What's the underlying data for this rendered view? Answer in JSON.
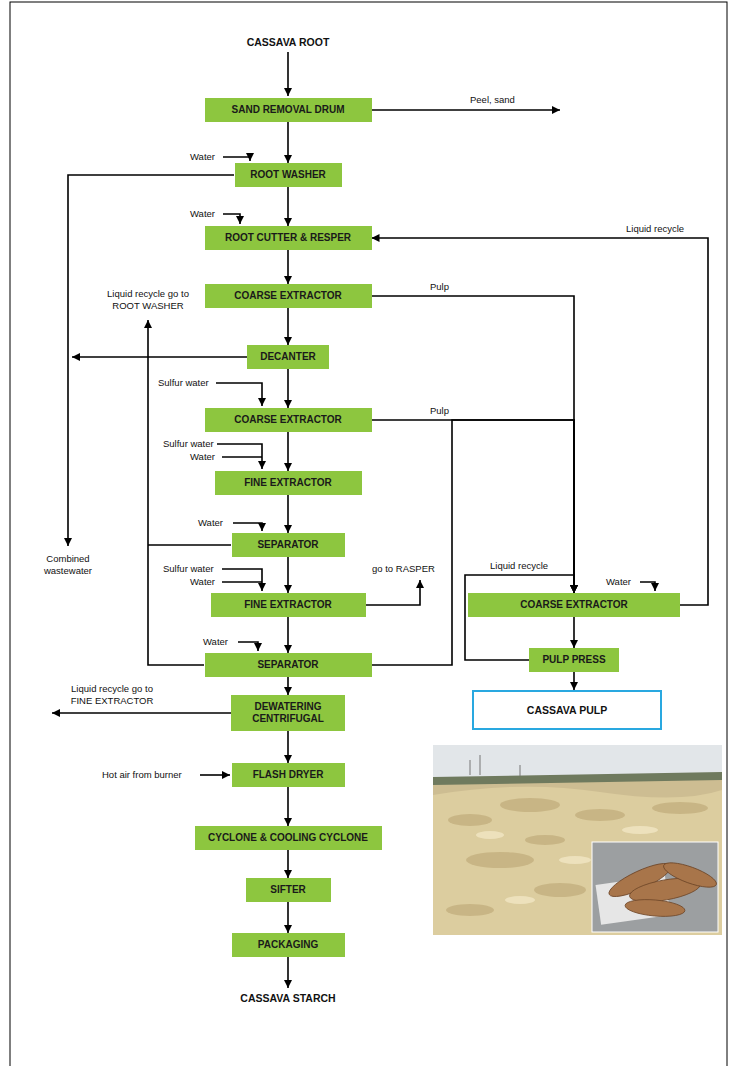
{
  "diagram": {
    "nodes": [
      {
        "text": [
          "SAND REMOVAL DRUM"
        ]
      },
      {
        "text": [
          "ROOT WASHER"
        ]
      },
      {
        "text": [
          "ROOT CUTTER & RESPER"
        ]
      },
      {
        "text": [
          "COARSE EXTRACTOR"
        ]
      },
      {
        "text": [
          "DECANTER"
        ]
      },
      {
        "text": [
          "COARSE EXTRACTOR"
        ]
      },
      {
        "text": [
          "FINE EXTRACTOR"
        ]
      },
      {
        "text": [
          "SEPARATOR"
        ]
      },
      {
        "text": [
          "FINE EXTRACTOR"
        ]
      },
      {
        "text": [
          "SEPARATOR"
        ]
      },
      {
        "text": [
          "DEWATERING CENTRIFUGAL"
        ]
      },
      {
        "text": [
          "FLASH DRYER"
        ]
      },
      {
        "text": [
          "CYCLONE & COOLING CYCLONE"
        ]
      },
      {
        "text": [
          "SIFTER"
        ]
      },
      {
        "text": [
          "PACKAGING"
        ]
      },
      {
        "text": [
          "COARSE EXTRACTOR"
        ]
      },
      {
        "text": [
          "PULP PRESS"
        ]
      },
      {
        "text": [
          "CASSAVA PULP"
        ]
      }
    ],
    "edges": [
      {
        "from": 0,
        "to": 1,
        "arrow": "to"
      },
      {
        "from": 1,
        "to": 2,
        "arrow": "to"
      },
      {
        "from": 2,
        "to": 3,
        "arrow": "to"
      },
      {
        "from": 3,
        "to": 4,
        "arrow": "to"
      },
      {
        "from": 4,
        "to": 5,
        "arrow": "to"
      },
      {
        "from": 5,
        "to": 6,
        "arrow": "to"
      },
      {
        "from": 6,
        "to": 7,
        "arrow": "to"
      },
      {
        "from": 7,
        "to": 8,
        "arrow": "to"
      },
      {
        "from": 8,
        "to": 9,
        "arrow": "to"
      },
      {
        "from": 9,
        "to": 10,
        "arrow": "to"
      },
      {
        "from": 10,
        "to": 11,
        "arrow": "to"
      },
      {
        "from": 11,
        "to": 12,
        "arrow": "to"
      },
      {
        "from": 12,
        "to": 13,
        "arrow": "to"
      },
      {
        "from": 13,
        "to": 14,
        "arrow": "to"
      },
      {
        "from": 3,
        "to": 15,
        "label": "Pulp",
        "arrow": "to"
      },
      {
        "from": 5,
        "to": 15,
        "label": "Pulp",
        "arrow": "to"
      },
      {
        "from": 9,
        "to": 15,
        "arrow": "to"
      },
      {
        "from": 15,
        "to": 2,
        "label": "Liquid recycle",
        "arrow": "to"
      },
      {
        "from": 15,
        "to": 16,
        "arrow": "to"
      },
      {
        "from": 16,
        "to": 15,
        "label": "Liquid recycle",
        "arrow": "to"
      },
      {
        "from": 16,
        "to": 17,
        "arrow": "to"
      }
    ],
    "labels": [
      "CASSAVA ROOT",
      "Peel, sand",
      "Water",
      "Water",
      "Liquid recycle go to ROOT WASHER",
      "Combined wastewater",
      "Sulfur water",
      "Sulfur water",
      "Water",
      "Water",
      "Sulfur water",
      "Water",
      "go to RASPER",
      "Water",
      "Water",
      "Liquid recycle go to FINE EXTRACTOR",
      "Hot air from burner",
      "CASSAVA STARCH"
    ]
  }
}
